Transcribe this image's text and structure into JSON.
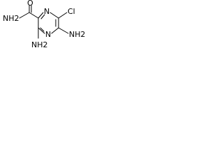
{
  "molecule": {
    "atoms": {
      "n_ring_top": "N",
      "n_ring_bottom": "N",
      "carbonyl_o": "O",
      "cl": "Cl",
      "amide_nh2": "NH2",
      "amino_bottom_nh2": "NH2",
      "amino_right_nh2": "NH2"
    }
  },
  "colors": {
    "line": "#000000",
    "background": "#ffffff"
  }
}
